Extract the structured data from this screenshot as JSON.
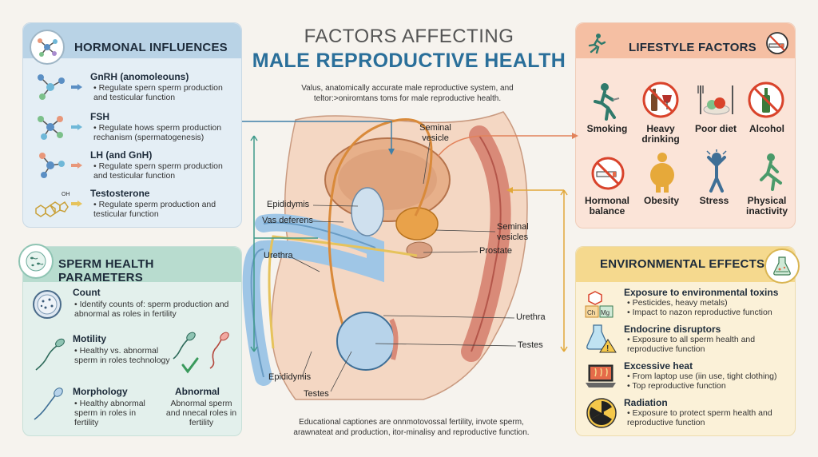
{
  "title": {
    "line1": "FACTORS AFFECTING",
    "line2": "MALE REPRODUCTIVE HEALTH",
    "subtitle": "Valus, anatomically accurate male reproductive system, and teltor:>oniromtans toms for male reproductive health."
  },
  "caption": "Educational captiones are onnmotovossal fertility, invote sperm, arawnateat and production, itor-minalisy and reproductive function.",
  "hormonal": {
    "heading": "HORMONAL INFLUENCES",
    "items": [
      {
        "title": "GnRH (anomoleouns)",
        "text": "• Regulate spern sperm production and testicular function",
        "color": "#5b8fc4"
      },
      {
        "title": "FSH",
        "text": "• Regulate hows sperm production rechanism (spermatogenesis)",
        "color": "#6fb8d8"
      },
      {
        "title": "LH (and GnH)",
        "text": "• Regulate spern sperm production and testicular function",
        "color": "#e8977a"
      },
      {
        "title": "Testosterone",
        "text": "• Regulate sperm production and testicular function",
        "color": "#e6c35c",
        "icon_text": "OH"
      }
    ]
  },
  "sperm": {
    "heading": "SPERM HEALTH PARAMETERS",
    "count_title": "Count",
    "count_text": "• Identify counts of: sperm production and abnormal as roles in fertility",
    "motility_title": "Motility",
    "motility_text": "• Healthy vs. abnormal sperm in roles technology",
    "morphology_title": "Morphology",
    "morphology_text": "• Healthy abnormal sperm in roles in fertility",
    "abnormal_title": "Abnormal",
    "abnormal_text": "Abnormal sperm and nnecal roles in fertility"
  },
  "lifestyle": {
    "heading": "LIFESTYLE FACTORS",
    "items": [
      "Smoking",
      "Heavy drinking",
      "Poor diet",
      "Alcohol",
      "Hormonal balance",
      "Obesity",
      "Stress",
      "Physical inactivity"
    ]
  },
  "environment": {
    "heading": "ENVIRONMENTAL EFFECTS",
    "items": [
      {
        "title": "Exposure to environmental toxins",
        "text": "• Pesticides, heavy metals)\n• Impact to nazon reproductive function"
      },
      {
        "title": "Endocrine disruptors",
        "text": "• Exposure to all sperm health and reproductive function"
      },
      {
        "title": "Excessive heat",
        "text": "• From laptop use (iin use, tight clothing)\n• Top reproductive function"
      },
      {
        "title": "Radiation",
        "text": "• Exposure to protect sperm health and reproductive function"
      }
    ],
    "toxin_symbols": [
      "Ch",
      "Mg"
    ]
  },
  "anatomy": {
    "seminal_vesicle": "Seminal vesicle",
    "epididymis": "Epididymis",
    "vas_deferens": "Vas deferens",
    "urethra_left": "Urethra",
    "seminal_vesicles": "Seminal vesicles",
    "prostate": "Prostate",
    "urethra_right": "Urethra",
    "testes_right": "Testes",
    "epididymis_bottom": "Epididymis",
    "testes_bottom": "Testes"
  },
  "colors": {
    "hormonal_accent": "#b9d3e6",
    "sperm_accent": "#b8dccf",
    "lifestyle_accent": "#f5bfa3",
    "environment_accent": "#f5d98e",
    "title_blue": "#2a6f9a"
  }
}
